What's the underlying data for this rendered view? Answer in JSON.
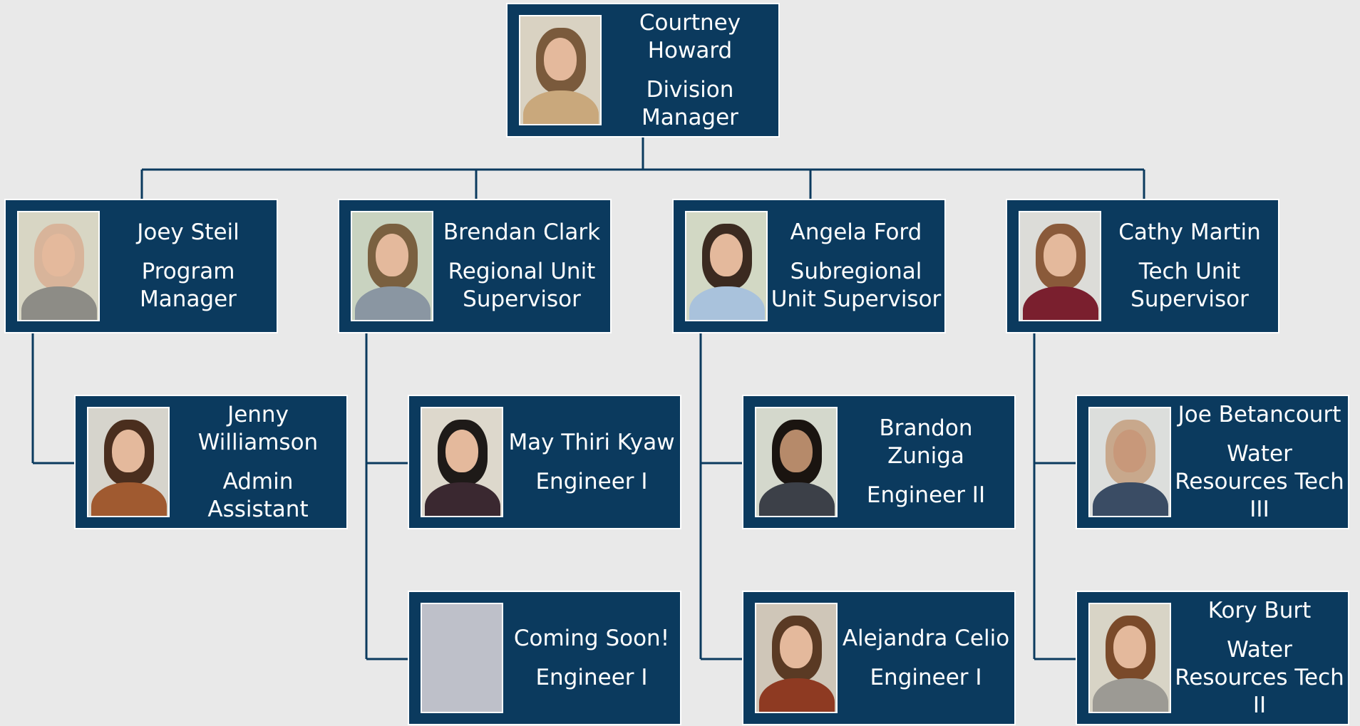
{
  "colors": {
    "background": "#e9e9e9",
    "card": "#0b3a5e",
    "line": "#0b3a5e",
    "placeholder": "#bec0c9"
  },
  "root": {
    "name": "Courtney Howard",
    "title": "Division Manager"
  },
  "managers": [
    {
      "name": "Joey Steil",
      "title": "Program Manager",
      "reports": [
        {
          "name": "Jenny Williamson",
          "title": "Admin Assistant"
        }
      ]
    },
    {
      "name": "Brendan Clark",
      "title": "Regional Unit Supervisor",
      "reports": [
        {
          "name": "May Thiri Kyaw",
          "title": "Engineer I"
        },
        {
          "name": "Coming Soon!",
          "title": "Engineer I",
          "photo": "placeholder"
        }
      ]
    },
    {
      "name": "Angela Ford",
      "title": "Subregional Unit Supervisor",
      "reports": [
        {
          "name": "Brandon Zuniga",
          "title": "Engineer II"
        },
        {
          "name": "Alejandra Celio",
          "title": "Engineer I"
        }
      ]
    },
    {
      "name": "Cathy Martin",
      "title": "Tech Unit Supervisor",
      "reports": [
        {
          "name": "Joe Betancourt",
          "title": "Water Resources Tech III"
        },
        {
          "name": "Kory Burt",
          "title": "Water Resources Tech II"
        }
      ]
    }
  ]
}
